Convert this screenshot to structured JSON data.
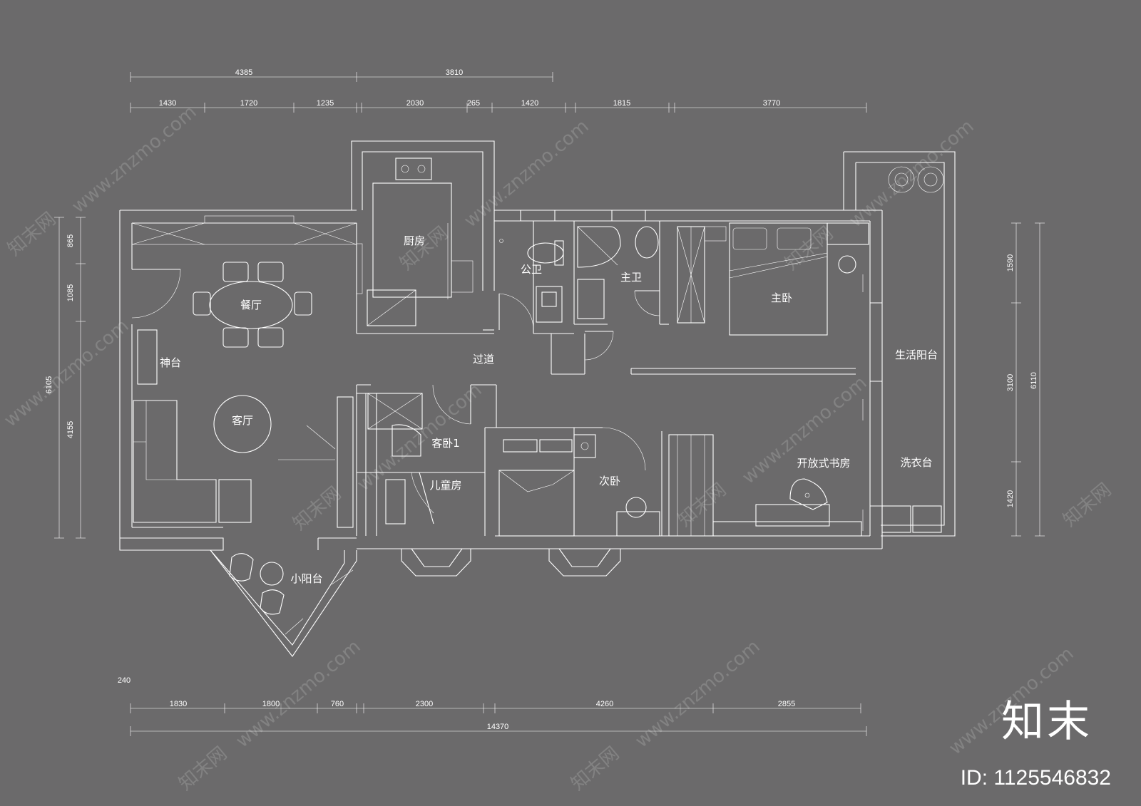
{
  "rooms": {
    "kitchen": "厨房",
    "dining": "餐厅",
    "altar": "神台",
    "living": "客厅",
    "small_balcony": "小阳台",
    "guest_bedroom": "客卧1",
    "kids_room": "儿童房",
    "corridor": "过道",
    "public_bath": "公卫",
    "master_bath": "主卫",
    "master_bedroom": "主卧",
    "second_bedroom": "次卧",
    "open_study": "开放式书房",
    "service_balcony": "生活阳台",
    "laundry": "洗衣台"
  },
  "dimensions": {
    "top_overall": [
      "4385",
      "3810"
    ],
    "top_detail": [
      "1430",
      "1720",
      "1235",
      "2030",
      "265",
      "1420",
      "1815",
      "3770"
    ],
    "bottom_detail": [
      "1830",
      "1800",
      "760",
      "2300",
      "4260",
      "2855"
    ],
    "bottom_overall": "14370",
    "bottom_offset": "240",
    "left": [
      "865",
      "1085",
      "4155",
      "6105"
    ],
    "right": [
      "1590",
      "3100",
      "1420",
      "6110"
    ]
  },
  "watermark": {
    "url": "www.znzmo.com",
    "site": "知末网",
    "brand": "知末",
    "id": "ID: 1125546832"
  }
}
